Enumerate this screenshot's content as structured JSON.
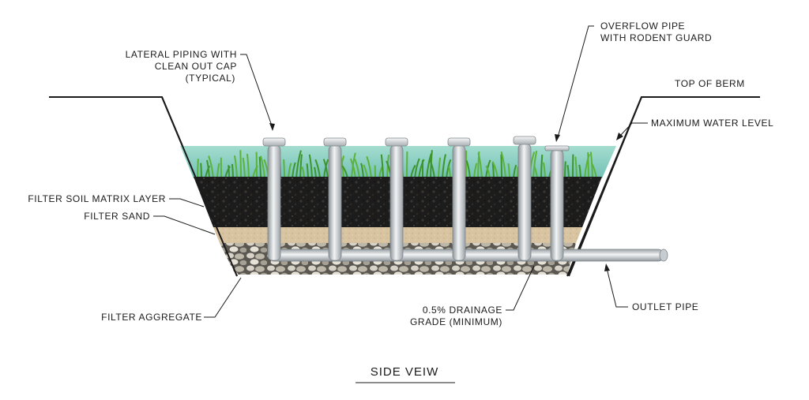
{
  "diagram": {
    "title": "SIDE VEIW",
    "labels": {
      "lateral_piping": [
        "LATERAL PIPING WITH",
        "CLEAN OUT CAP",
        "(TYPICAL)"
      ],
      "overflow_pipe": [
        "OVERFLOW PIPE",
        "WITH RODENT GUARD"
      ],
      "top_of_berm": "TOP OF BERM",
      "max_water_level": "MAXIMUM WATER LEVEL",
      "filter_soil": "FILTER SOIL MATRIX LAYER",
      "filter_sand": "FILTER SAND",
      "filter_aggregate": "FILTER AGGREGATE",
      "drainage_grade": [
        "0.5% DRAINAGE",
        "GRADE (MINIMUM)"
      ],
      "outlet_pipe": "OUTLET PIPE"
    },
    "colors": {
      "water": "#8fd3c4",
      "grass": "#3f9a2a",
      "soil": "#1e1e1e",
      "sand": "#d8c3a0",
      "aggregate": "#9b968c",
      "pipe": "#c8cccf"
    }
  }
}
